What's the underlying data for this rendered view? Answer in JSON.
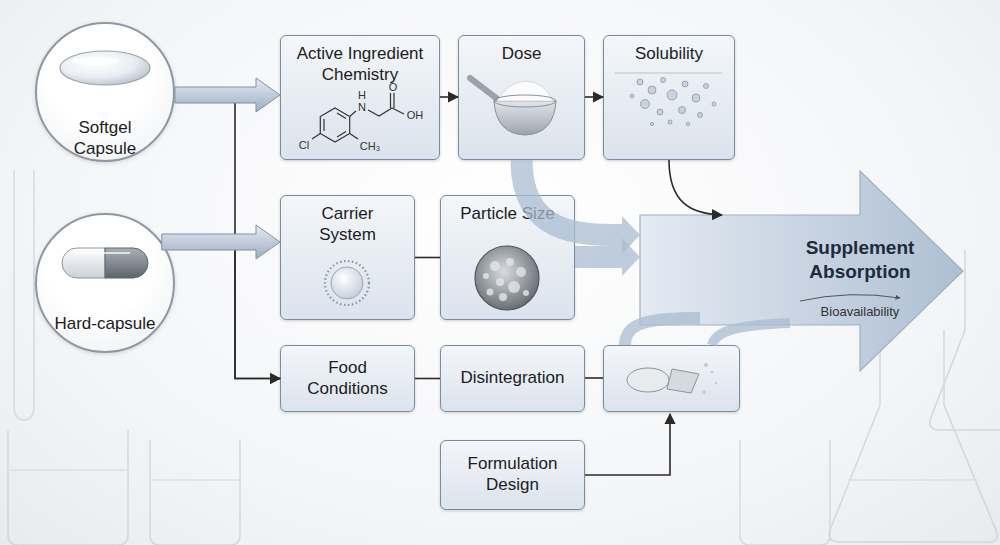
{
  "diagram": {
    "nodes": [
      {
        "text": [
          "Softgel Capsule"
        ]
      },
      {
        "text": [
          "Active Ingredient Chemistry"
        ]
      },
      {
        "text": [
          "Dose"
        ]
      },
      {
        "text": [
          "Solubility"
        ]
      },
      {
        "text": [
          "Hard-capsule"
        ]
      },
      {
        "text": [
          "Carrier System"
        ]
      },
      {
        "text": [
          "Particle Size"
        ]
      },
      {
        "text": [
          "Food Conditions"
        ]
      },
      {
        "text": [
          "Disintegration"
        ]
      },
      {
        "text": [
          "Formulation Design"
        ]
      },
      {
        "text": [
          "Supplement Absorption",
          "Bioavailability"
        ]
      }
    ],
    "edges": [
      {
        "from": 0,
        "to": 1,
        "arrow": "to"
      },
      {
        "from": 4,
        "to": 5,
        "arrow": "to"
      },
      {
        "from": 0,
        "to": 7,
        "arrow": "to"
      },
      {
        "from": 4,
        "to": 7,
        "arrow": "to"
      },
      {
        "from": 1,
        "to": 2,
        "arrow": "to"
      },
      {
        "from": 2,
        "to": 3,
        "arrow": "to"
      },
      {
        "from": 2,
        "to": 10,
        "arrow": "to"
      },
      {
        "from": 3,
        "to": 10,
        "arrow": "to"
      },
      {
        "from": 5,
        "to": 6,
        "arrow": "none"
      },
      {
        "from": 6,
        "to": 10,
        "arrow": "to"
      },
      {
        "from": 7,
        "to": 8,
        "arrow": "none"
      }
    ],
    "labels": [
      "H",
      "N",
      "O",
      "OH",
      "Cl",
      "CH₃"
    ]
  }
}
